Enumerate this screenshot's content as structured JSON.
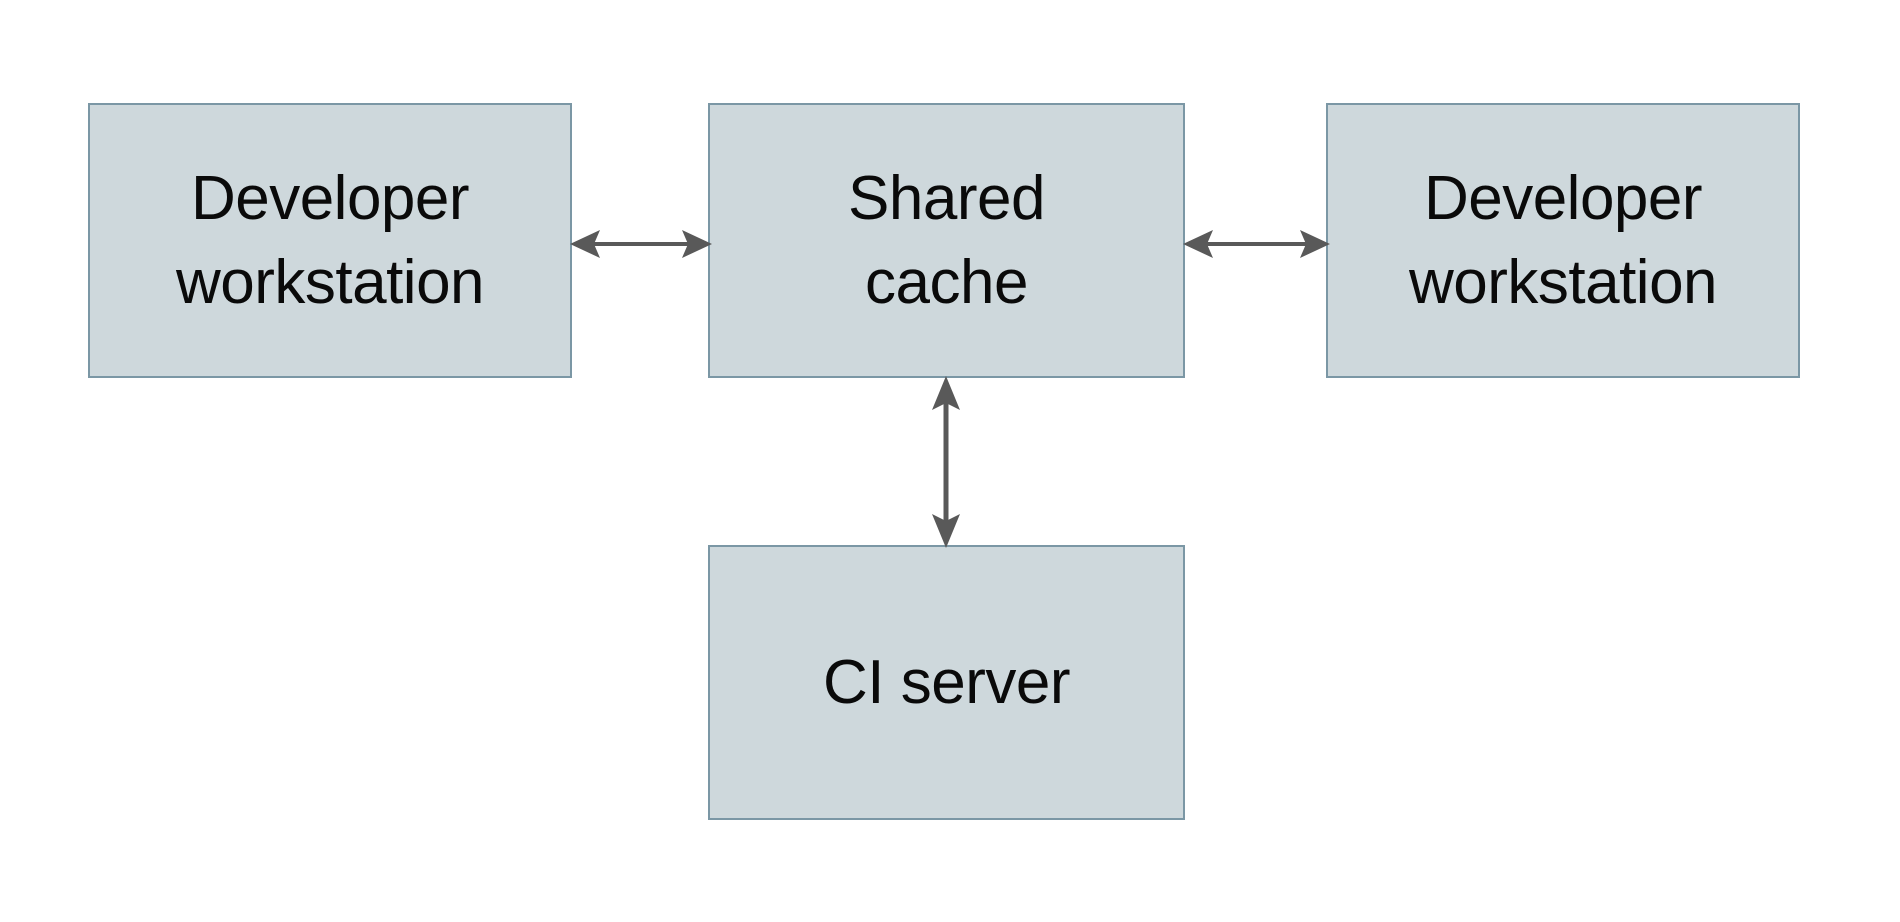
{
  "diagram": {
    "background_color": "#ffffff",
    "node_fill_color": "#ced8dc",
    "node_border_color": "#7b97a5",
    "edge_color": "#595959",
    "text_color": "#0a0a0a",
    "nodes": [
      {
        "id": "dev-left",
        "label": "Developer\nworkstation",
        "shape": "rectangle"
      },
      {
        "id": "shared-cache",
        "label": "Shared\ncache",
        "shape": "rectangle"
      },
      {
        "id": "dev-right",
        "label": "Developer\nworkstation",
        "shape": "rectangle"
      },
      {
        "id": "ci-server",
        "label": "CI server",
        "shape": "rectangle"
      }
    ],
    "edges": [
      {
        "id": "left-horizontal",
        "from": "dev-left",
        "to": "shared-cache",
        "direction": "bidirectional",
        "orientation": "horizontal",
        "label": ""
      },
      {
        "id": "right-horizontal",
        "from": "shared-cache",
        "to": "dev-right",
        "direction": "bidirectional",
        "orientation": "horizontal",
        "label": ""
      },
      {
        "id": "vertical",
        "from": "shared-cache",
        "to": "ci-server",
        "direction": "bidirectional",
        "orientation": "vertical",
        "label": ""
      }
    ]
  }
}
